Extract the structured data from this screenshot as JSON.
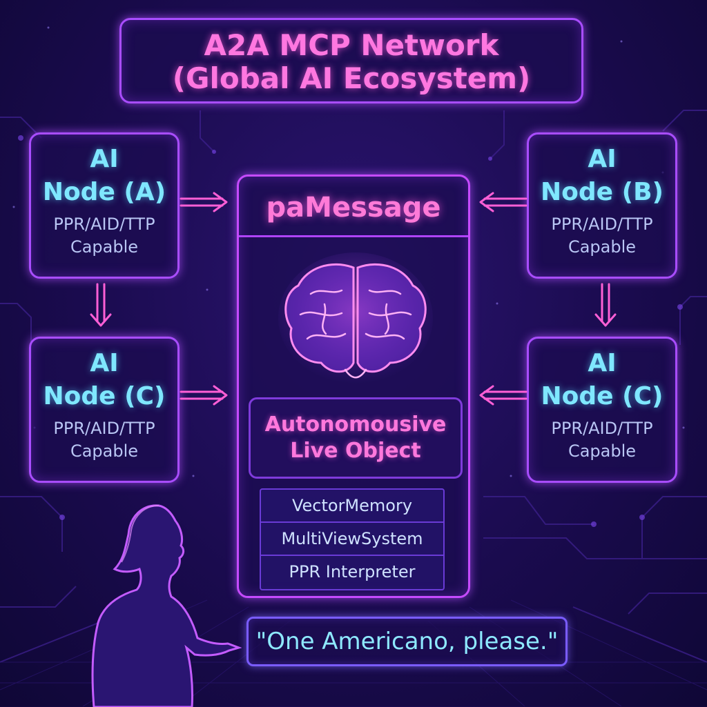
{
  "title": {
    "line1": "A2A MCP Network",
    "line2": "(Global AI Ecosystem)"
  },
  "nodes": {
    "a": {
      "line1": "AI",
      "line2": "Node (A)",
      "desc1": "PPR/AID/TTP",
      "desc2": "Capable"
    },
    "b": {
      "line1": "AI",
      "line2": "Node (B)",
      "desc1": "PPR/AID/TTP",
      "desc2": "Capable"
    },
    "c_left": {
      "line1": "AI",
      "line2": "Node (C)",
      "desc1": "PPR/AID/TTP",
      "desc2": "Capable"
    },
    "c_right": {
      "line1": "AI",
      "line2": "Node (C)",
      "desc1": "PPR/AID/TTP",
      "desc2": "Capable"
    }
  },
  "center": {
    "title": "paMessage",
    "object_line1": "Autonomousive",
    "object_line2": "Live Object",
    "modules": [
      "VectorMemory",
      "MultiViewSystem",
      "PPR Interpreter"
    ]
  },
  "quote": "\"One Americano, please.\"",
  "icons": {
    "brain": "brain-icon",
    "person": "woman-silhouette"
  },
  "colors": {
    "accent_pink": "#ff77e0",
    "accent_cyan": "#7fe7ff",
    "border_purple": "#a94dff",
    "background": "#1a0b4e"
  }
}
